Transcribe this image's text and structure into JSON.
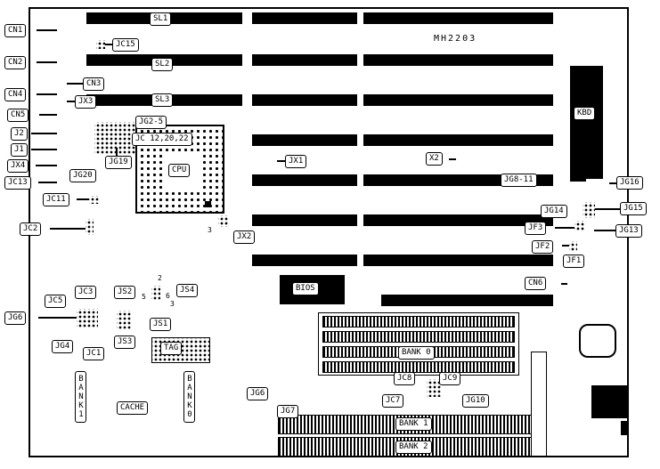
{
  "board": {
    "title": "MH2203",
    "colors": {
      "ink": "#000000",
      "paper": "#ffffff"
    }
  },
  "labels": {
    "cn1": "CN1",
    "cn2": "CN2",
    "cn4": "CN4",
    "cn5": "CN5",
    "j2": "J2",
    "j1": "J1",
    "jx4": "JX4",
    "jc13": "JC13",
    "jc11": "JC11",
    "jc2": "JC2",
    "jg6_left": "JG6",
    "sl1": "SL1",
    "sl2": "SL2",
    "sl3": "SL3",
    "jc15": "JC15",
    "cn3": "CN3",
    "jx3": "JX3",
    "jg2_5": "JG2-5",
    "jc12_20_22": "JC 12,20,22",
    "jg19": "JG19",
    "jg20": "JG20",
    "cpu": "CPU",
    "jx1": "JX1",
    "x2": "X2",
    "kbd": "KBD",
    "jg16": "JG16",
    "jg8_11": "JG8-11",
    "jg14": "JG14",
    "jg15": "JG15",
    "jf3": "JF3",
    "jg13": "JG13",
    "jf2": "JF2",
    "jf1": "JF1",
    "cn6": "CN6",
    "jx2": "JX2",
    "bios": "BIOS",
    "jc5": "JC5",
    "jc3": "JC3",
    "js2": "JS2",
    "js4": "JS4",
    "js1": "JS1",
    "js3": "JS3",
    "tag": "TAG",
    "jg4": "JG4",
    "jc1": "JC1",
    "bank1_left": "BANK1",
    "cache": "CACHE",
    "bank0_left": "BANK0",
    "jg6_mid": "JG6",
    "jg7": "JG7",
    "bank0": "BANK 0",
    "jc8": "JC8",
    "jc9": "JC9",
    "jc7": "JC7",
    "jg10": "JG10",
    "bank1": "BANK 1",
    "bank2": "BANK 2"
  },
  "markers": {
    "jx2_pin3": "3",
    "js4_pin2": "2",
    "js4_pin5": "5",
    "js4_pin6": "6",
    "js4_pin3": "3"
  }
}
